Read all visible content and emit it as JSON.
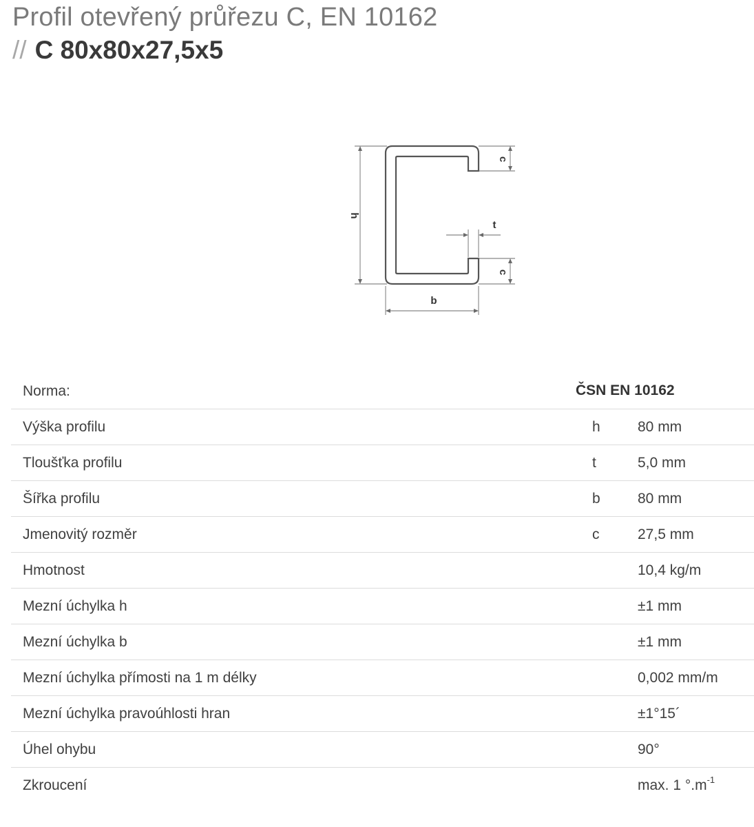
{
  "title": {
    "line1": "Profil otevřený průřezu C, EN 10162",
    "prefix": "//",
    "product": "C 80x80x27,5x5"
  },
  "diagram": {
    "label_h": "h",
    "label_b": "b",
    "label_t": "t",
    "label_c_top": "c",
    "label_c_bottom": "c"
  },
  "specs": {
    "norm_label": "Norma:",
    "norm_value": "ČSN EN 10162",
    "rows": [
      {
        "label": "Výška profilu",
        "symbol": "h",
        "value": "80 mm"
      },
      {
        "label": "Tloušťka profilu",
        "symbol": "t",
        "value": "5,0 mm"
      },
      {
        "label": "Šířka profilu",
        "symbol": "b",
        "value": "80 mm"
      },
      {
        "label": "Jmenovitý rozměr",
        "symbol": "c",
        "value": "27,5 mm"
      },
      {
        "label": "Hmotnost",
        "symbol": "",
        "value": "10,4 kg/m"
      },
      {
        "label": "Mezní úchylka h",
        "symbol": "",
        "value": "±1 mm"
      },
      {
        "label": "Mezní úchylka b",
        "symbol": "",
        "value": "±1 mm"
      },
      {
        "label": "Mezní úchylka přímosti na 1 m délky",
        "symbol": "",
        "value": "0,002 mm/m"
      },
      {
        "label": "Mezní úchylka pravoúhlosti hran",
        "symbol": "",
        "value": "±1°15´"
      },
      {
        "label": "Úhel ohybu",
        "symbol": "",
        "value": "90°"
      }
    ],
    "twist_label": "Zkroucení",
    "twist_value": "max. 1 °.m",
    "twist_exponent": "-1"
  }
}
